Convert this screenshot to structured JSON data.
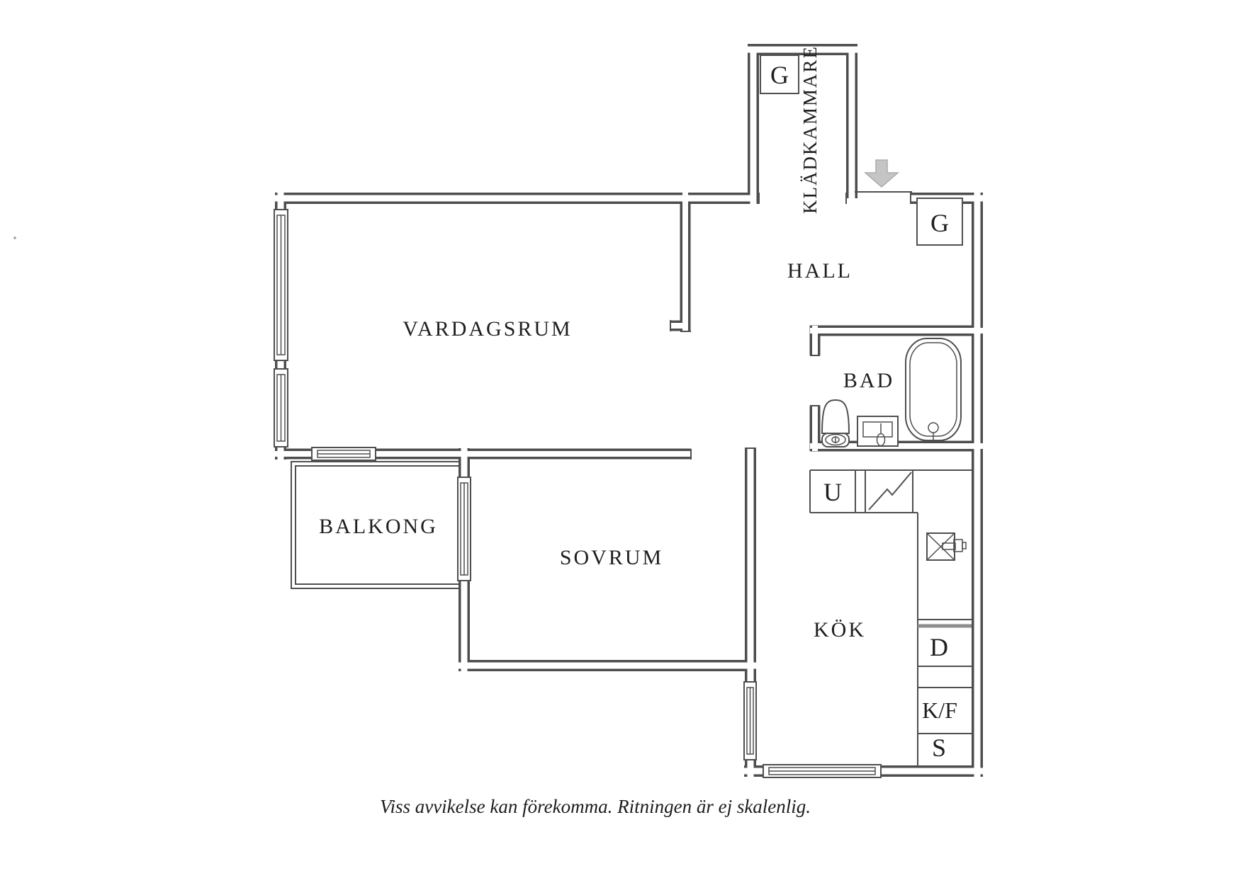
{
  "rooms": {
    "vardagsrum": "VARDAGSRUM",
    "hall": "HALL",
    "bad": "BAD",
    "sovrum": "SOVRUM",
    "kok": "KÖK",
    "balkong": "BALKONG",
    "kladkammare": "KLÄDKAMMARE"
  },
  "fixtures": {
    "wardrobe_closet": "G",
    "wardrobe_hall": "G",
    "cabinet_u": "U",
    "dishwasher": "D",
    "fridge_freezer": "K/F",
    "pantry": "S"
  },
  "footer": {
    "disclaimer": "Viss avvikelse kan förekomma. Ritningen är ej skalenlig."
  },
  "colors": {
    "wall": "#4d4d4d",
    "thin_line": "#4f4f4f",
    "text": "#1f1f1f",
    "counter_edge": "#8d8d8d",
    "entrance_arrow": "#c5c5c5",
    "background": "#ffffff"
  }
}
